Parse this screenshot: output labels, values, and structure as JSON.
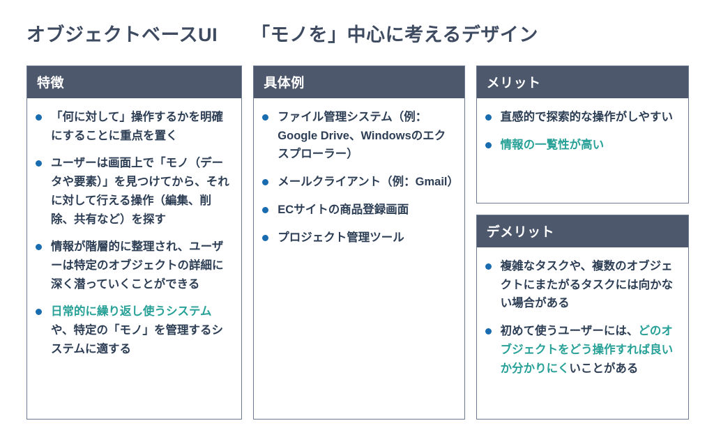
{
  "title": {
    "main": "オブジェクトベースUI",
    "sub": "「モノを」中心に考えるデザイン"
  },
  "colors": {
    "header_bar": "#4d586c",
    "panel_border": "#6c7a93",
    "bullet_dot": "#1a6cb0",
    "body_text": "#2d3e55",
    "highlight_text": "#27a197",
    "background": "#ffffff"
  },
  "panels": [
    {
      "id": "features",
      "header": "特徴",
      "bullets": [
        {
          "plain": "「何に対して」操作するかを明確にすることに重点を置く",
          "segments": [
            {
              "text": "「何に対して」操作するかを明確にすることに重点を置く",
              "highlight": false
            }
          ]
        },
        {
          "plain": "ユーザーは画面上で「モノ（データや要素）」を見つけてから、それに対して行える操作（編集、削除、共有など）を探す",
          "segments": [
            {
              "text": "ユーザーは画面上で「モノ（データや要素）」を見つけてから、それに対して行える操作（編集、削除、共有など）を探す",
              "highlight": false
            }
          ]
        },
        {
          "plain": "情報が階層的に整理され、ユーザーは特定のオブジェクトの詳細に深く潜っていくことができる",
          "segments": [
            {
              "text": "情報が階層的に整理され、ユーザーは特定のオブジェクトの詳細に深く潜っていくことができる",
              "highlight": false
            }
          ]
        },
        {
          "plain": "日常的に繰り返し使うシステムや、特定の「モノ」を管理するシステムに適する",
          "segments": [
            {
              "text": "日常的に繰り返し使うシステム",
              "highlight": true
            },
            {
              "text": "や、特定の「モノ」を管理するシステムに適する",
              "highlight": false
            }
          ]
        }
      ]
    },
    {
      "id": "examples",
      "header": "具体例",
      "bullets": [
        {
          "plain": "ファイル管理システム（例：Google Drive、Windowsのエクスプローラー）",
          "segments": [
            {
              "text": "ファイル管理システム（例：Google Drive、Windowsのエクスプローラー）",
              "highlight": false
            }
          ]
        },
        {
          "plain": "メールクライアント（例：Gmail）",
          "segments": [
            {
              "text": "メールクライアント（例：Gmail）",
              "highlight": false
            }
          ]
        },
        {
          "plain": "ECサイトの商品登録画面",
          "segments": [
            {
              "text": "ECサイトの商品登録画面",
              "highlight": false
            }
          ]
        },
        {
          "plain": "プロジェクト管理ツール",
          "segments": [
            {
              "text": "プロジェクト管理ツール",
              "highlight": false
            }
          ]
        }
      ]
    },
    {
      "id": "merits",
      "header": "メリット",
      "bullets": [
        {
          "plain": "直感的で探索的な操作がしやすい",
          "segments": [
            {
              "text": "直感的で探索的な操作がしやすい",
              "highlight": false
            }
          ]
        },
        {
          "plain": "情報の一覧性が高い",
          "segments": [
            {
              "text": "情報の一覧性が高い",
              "highlight": true
            }
          ]
        }
      ]
    },
    {
      "id": "demerits",
      "header": "デメリット",
      "bullets": [
        {
          "plain": "複雑なタスクや、複数のオブジェクトにまたがるタスクには向かない場合がある",
          "segments": [
            {
              "text": "複雑なタスクや、複数のオブジェクトにまたがるタスクには向かない場合がある",
              "highlight": false
            }
          ]
        },
        {
          "plain": "初めて使うユーザーには、どのオブジェクトをどう操作すれば良いか分かりにくいことがある",
          "segments": [
            {
              "text": "初めて使うユーザーには、",
              "highlight": false
            },
            {
              "text": "どのオブジェクトをどう操作すれば良いか分かりにく",
              "highlight": true
            },
            {
              "text": "いことがある",
              "highlight": false
            }
          ]
        }
      ]
    }
  ]
}
